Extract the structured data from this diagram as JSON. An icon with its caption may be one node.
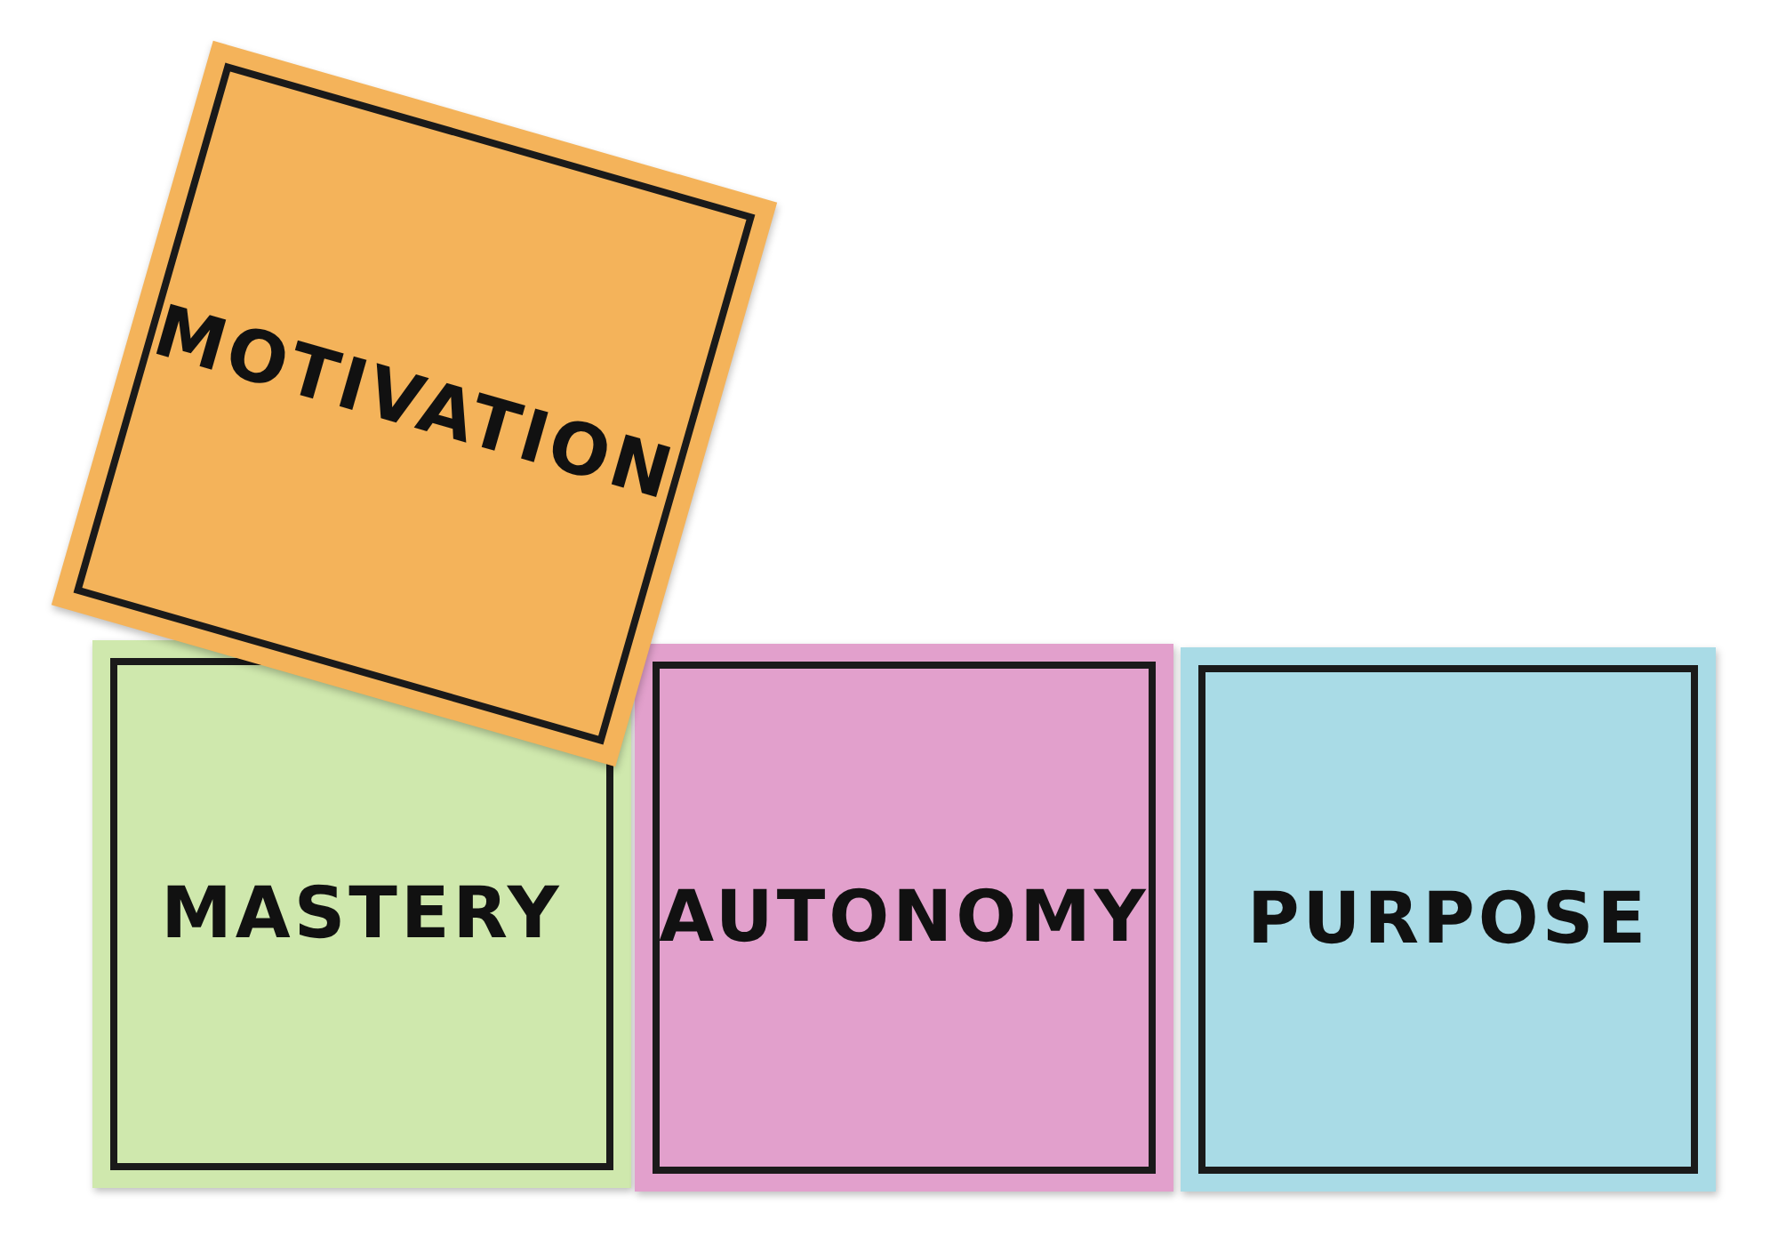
{
  "diagram": {
    "nodes": [
      {
        "text": [
          "MOTIVATION"
        ]
      },
      {
        "text": [
          "MASTERY"
        ]
      },
      {
        "text": [
          "AUTONOMY"
        ]
      },
      {
        "text": [
          "PURPOSE"
        ]
      }
    ]
  }
}
